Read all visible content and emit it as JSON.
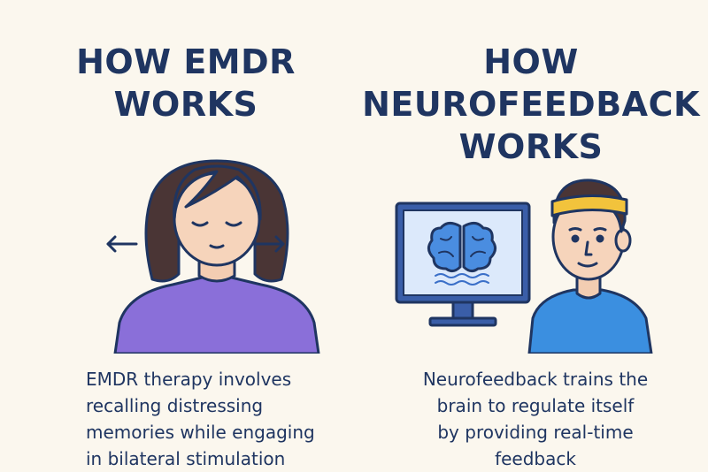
{
  "emdr": {
    "title_lines": [
      "HOW EMDR",
      "WORKS"
    ],
    "description_lines": [
      "EMDR therapy involves",
      "recalling distressing",
      "memories while engaging",
      "in bilateral stimulation"
    ]
  },
  "neurofeedback": {
    "title_lines": [
      "HOW",
      "NEUROFEEDBACK",
      "WORKS"
    ],
    "description_lines": [
      "Neurofeedback trains the",
      "brain to regulate itself",
      "by providing real-time",
      "feedback"
    ]
  },
  "colors": {
    "background": "#fbf7ee",
    "text": "#1f3561",
    "emdr_shirt": "#8a6fd9",
    "neuro_shirt": "#3b8fe0",
    "headband": "#f2c33c",
    "screen": "#dce9fb",
    "brain": "#4a8de0",
    "hair": "#4a3535"
  },
  "icons": [
    "arrow-left-icon",
    "arrow-right-icon",
    "brain-icon",
    "wave-icon",
    "monitor-icon"
  ]
}
